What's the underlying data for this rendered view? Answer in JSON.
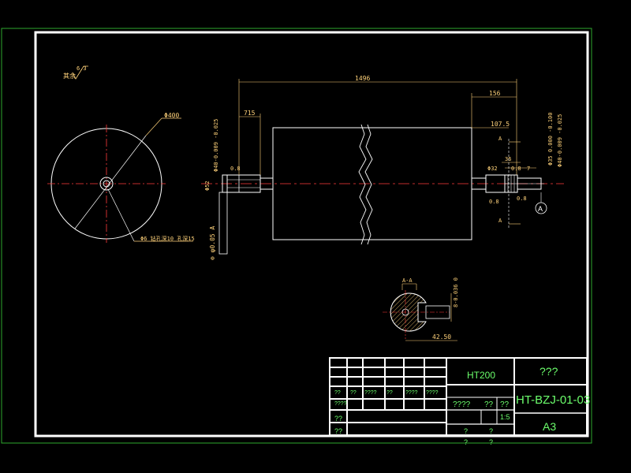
{
  "colors": {
    "background": "#000000",
    "outer_border": "#2ea82e",
    "inner_border": "#ffffff",
    "outline": "#ffffff",
    "dimension": "#ffd27a",
    "centerline": "#ff3b3b",
    "title_text": "#6cff6c"
  },
  "surface_finish": {
    "label": "其余",
    "value": "6.3"
  },
  "end_view": {
    "outer_diameter": "Φ400",
    "hole_note": "Φ6 钻孔深10 孔深15"
  },
  "front_view": {
    "overall_length": "1496",
    "length_156": "156",
    "length_107_5": "107.5",
    "length_36": "36",
    "length_7": "7",
    "length_715": "715",
    "chamfer_left": "0.8",
    "chamfer_right_a": "0.8",
    "chamfer_right_b": "0.8",
    "chamfer_right_c": "0.8",
    "dia_left": "Φ40-0.009 -0.025",
    "dia_right": "Φ40-0.009 -0.025",
    "dia_right_2": "Φ35 0.000 -0.100",
    "dia_52": "Φ52",
    "dia_32": "Φ32",
    "runout": "⊚ φ0.05 A",
    "section_marker": "A",
    "datum_label": "A"
  },
  "section_view": {
    "title": "A-A",
    "keyway_width": "8-0.036 0",
    "depth": "42.50"
  },
  "title_block": {
    "material": "HT200",
    "name": "???",
    "drawing_no": "HT-BZJ-01-03",
    "sheet_size": "A3",
    "scale_label": "????",
    "small_1": "??",
    "small_2": "??",
    "scale_value": "1:5",
    "q1": "?",
    "q2": "?",
    "q3": "?",
    "q4": "?",
    "sign_a": "??",
    "sign_b": "??",
    "row_labels": [
      "??",
      "??",
      "????",
      "??",
      "????",
      "????",
      "????"
    ]
  }
}
